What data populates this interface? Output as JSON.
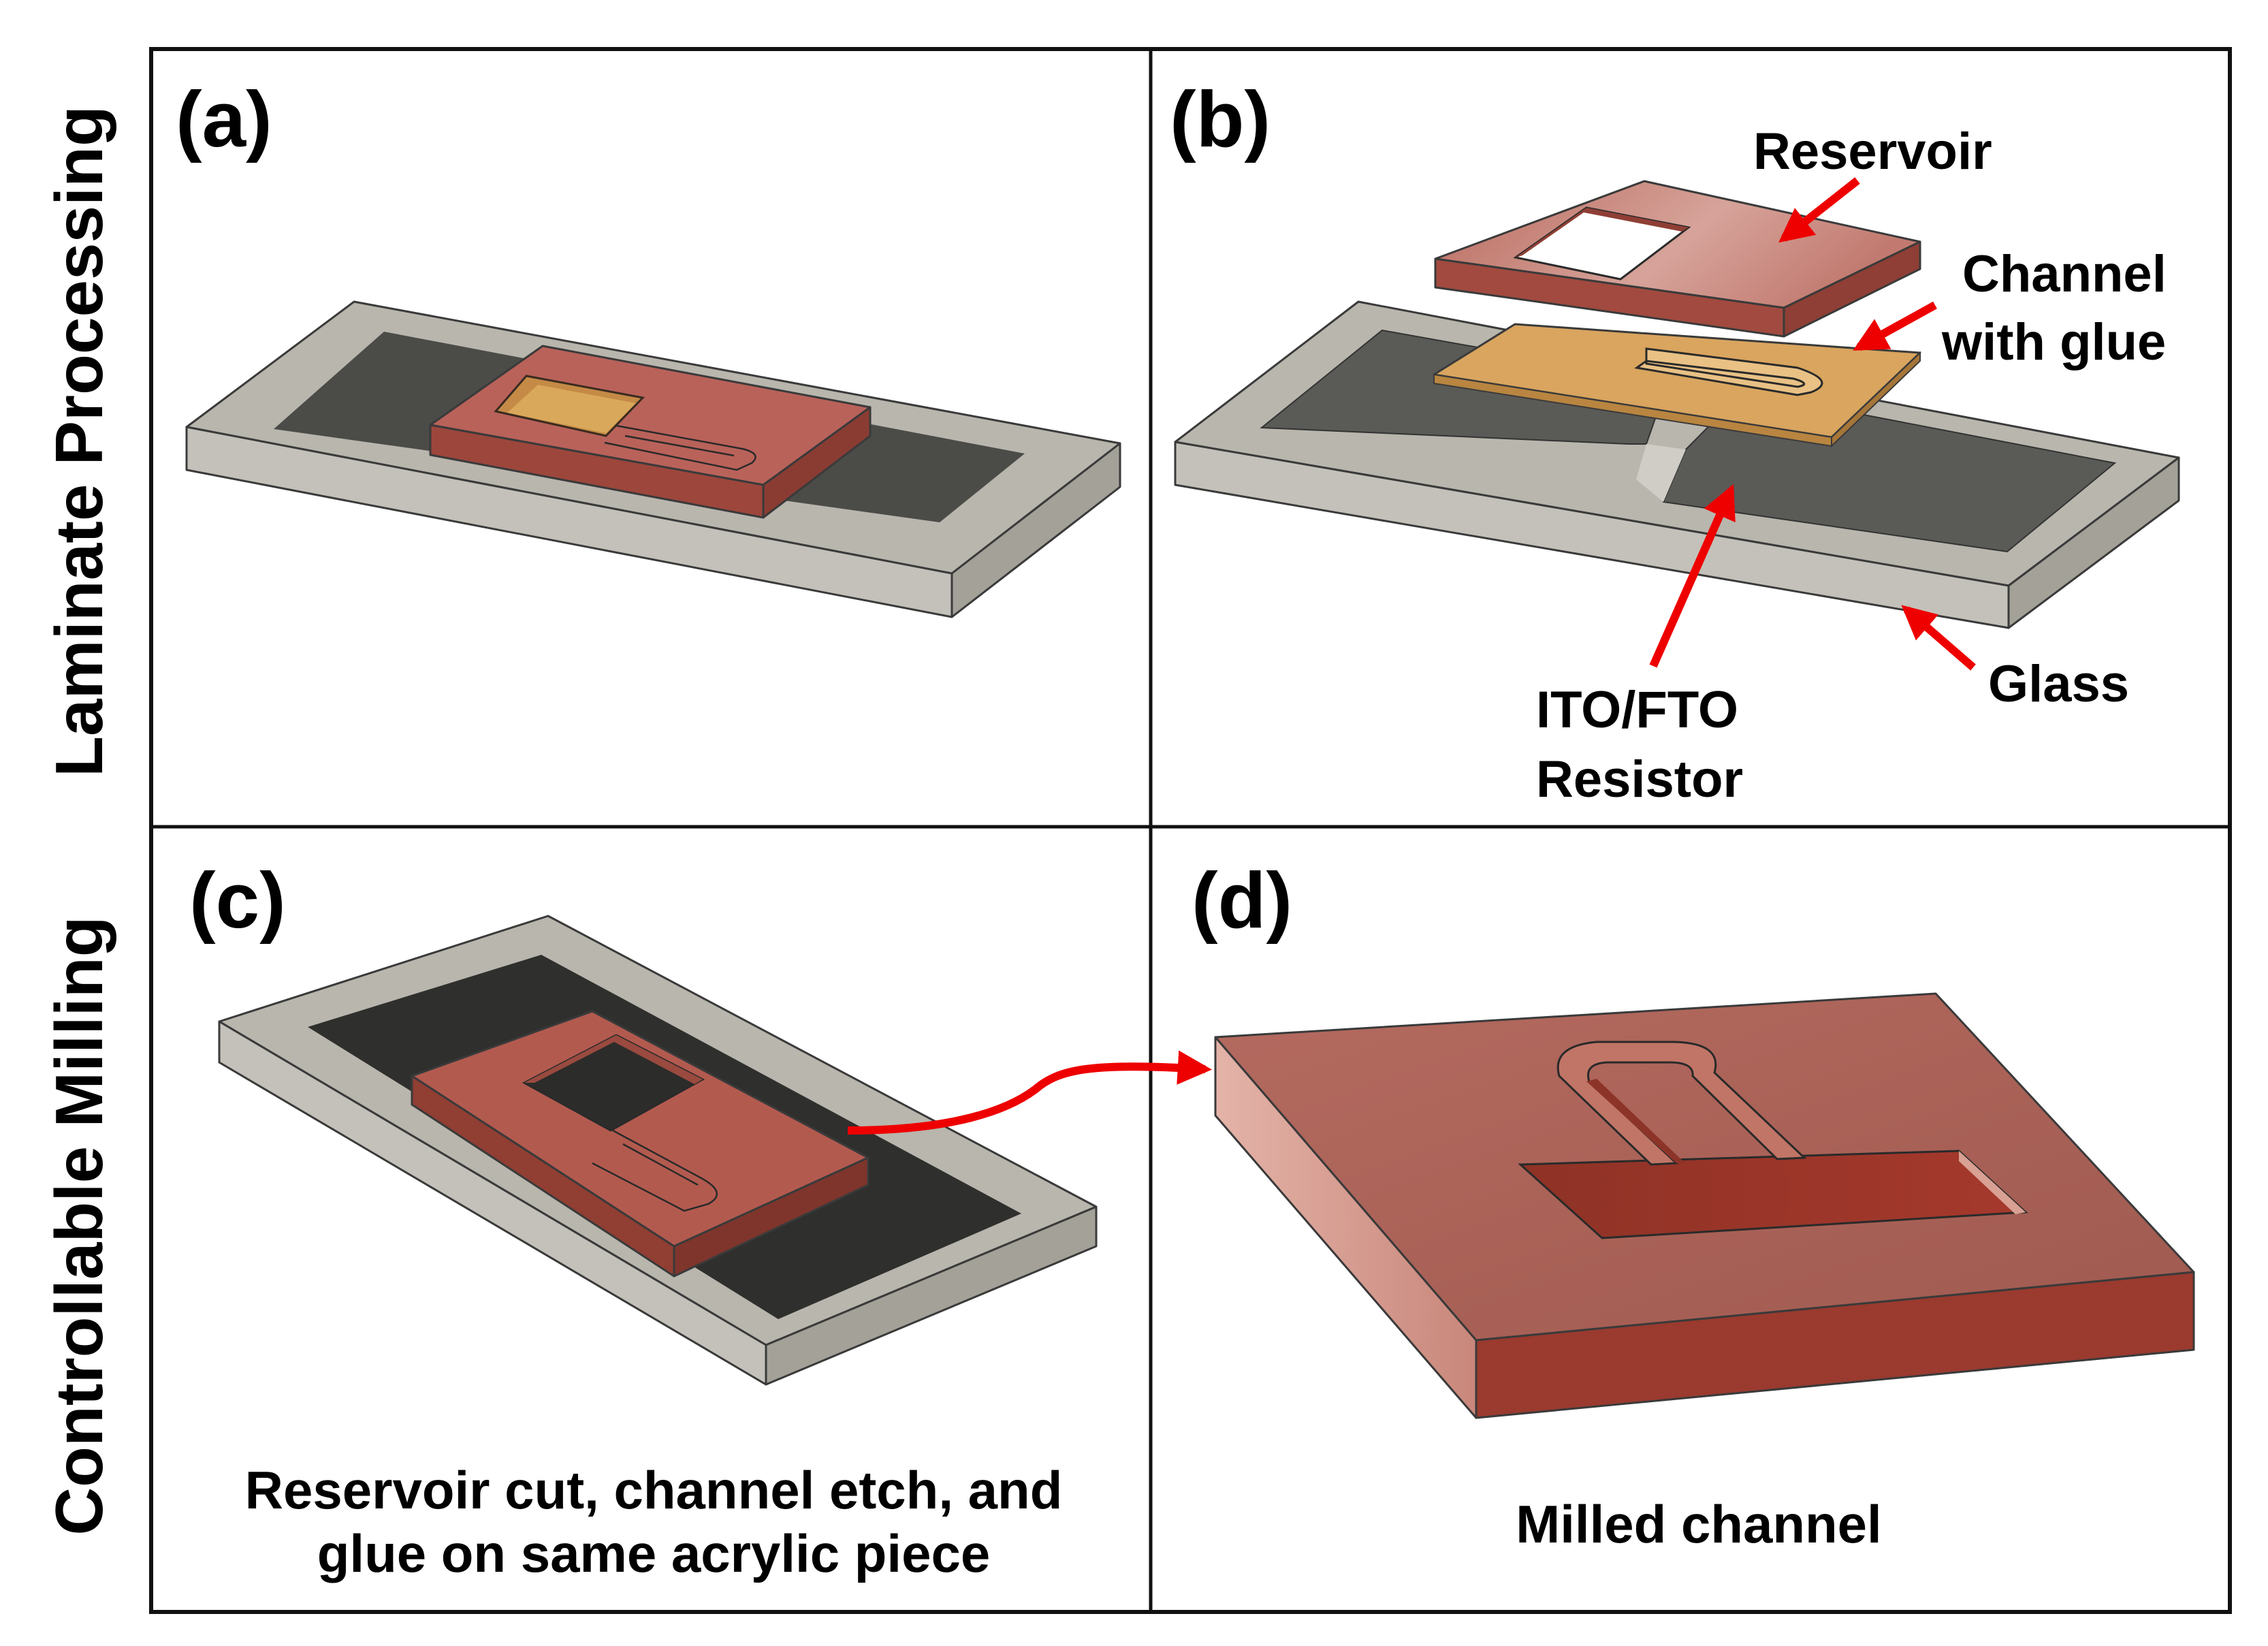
{
  "rows": {
    "top_label": "Laminate Processing",
    "bottom_label": "Controllable Milling"
  },
  "panels": {
    "a": {
      "label": "(a)"
    },
    "b": {
      "label": "(b)",
      "callouts": {
        "reservoir": "Reservoir",
        "channel_line1": "Channel",
        "channel_line2": "with glue",
        "resistor_line1": "ITO/FTO",
        "resistor_line2": "Resistor",
        "glass": "Glass"
      }
    },
    "c": {
      "label": "(c)",
      "caption_line1": "Reservoir cut, channel etch, and",
      "caption_line2": "glue on same acrylic piece"
    },
    "d": {
      "label": "(d)",
      "caption": "Milled channel"
    }
  },
  "colors": {
    "glass_top": "#b8b6ad",
    "glass_side": "#a3a198",
    "glass_front": "#c3c1b9",
    "resistor": "#4a4a47",
    "acrylic": "#b3584b",
    "acrylic_dark": "#8e3c32",
    "glue": "#d9a55f",
    "arrow": "#ee0000"
  }
}
